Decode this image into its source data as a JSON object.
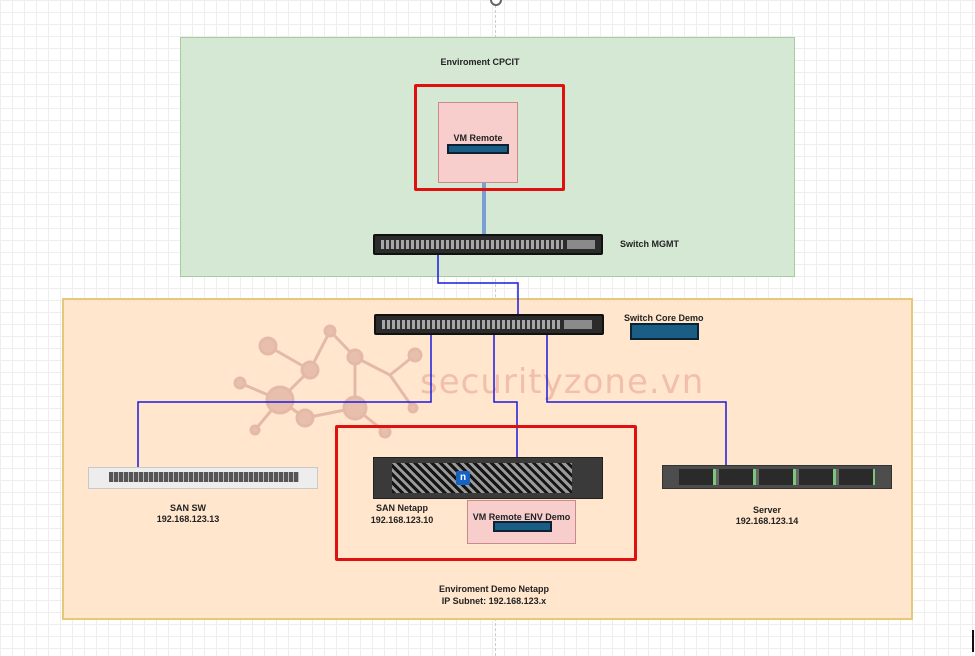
{
  "diagram": {
    "zones": {
      "cpcit": {
        "title": "Enviroment CPCIT",
        "fill": "#d5e8d4"
      },
      "demo": {
        "title": "Enviroment Demo Netapp",
        "subtitle": "IP Subnet: 192.168.123.x",
        "fill": "#ffe6cc"
      }
    },
    "nodes": {
      "vm_remote": {
        "label": "VM Remote"
      },
      "switch_mgmt": {
        "label": "Switch MGMT"
      },
      "switch_core": {
        "label": "Switch Core Demo"
      },
      "san_sw": {
        "label": "SAN SW",
        "ip": "192.168.123.13"
      },
      "san_netapp": {
        "label": "SAN Netapp",
        "ip": "192.168.123.10",
        "logo": "n"
      },
      "vm_remote_env": {
        "label": "VM Remote ENV Demo"
      },
      "server": {
        "label": "Server",
        "ip": "192.168.123.14"
      }
    },
    "watermark": "securityzone.vn",
    "colors": {
      "link": "#1a1adf",
      "uplink": "#7a9fd4",
      "highlight": "#e01010"
    }
  }
}
